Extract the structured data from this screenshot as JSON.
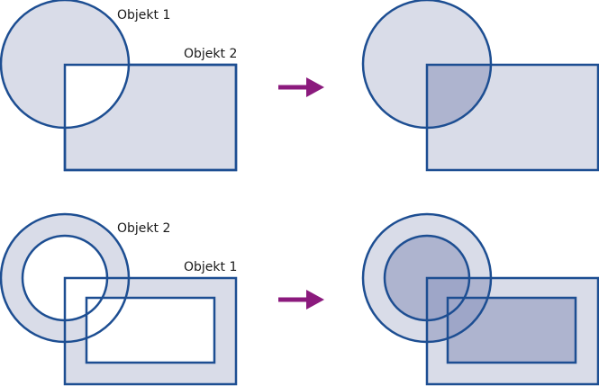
{
  "labels": {
    "top_left_circle": "Objekt 1",
    "top_left_rect": "Objekt 2",
    "bottom_left_ring": "Objekt 2",
    "bottom_left_rect": "Objekt 1"
  },
  "colors": {
    "fill": "#d9dce8",
    "overlap": "#aeb4cf",
    "overlap_inner": "#9ea6c8",
    "stroke": "#1d4e92",
    "arrow": "#8b1a7d",
    "background": "#ffffff"
  },
  "icons": {
    "arrow_top": "right-arrow-icon",
    "arrow_bottom": "right-arrow-icon"
  }
}
